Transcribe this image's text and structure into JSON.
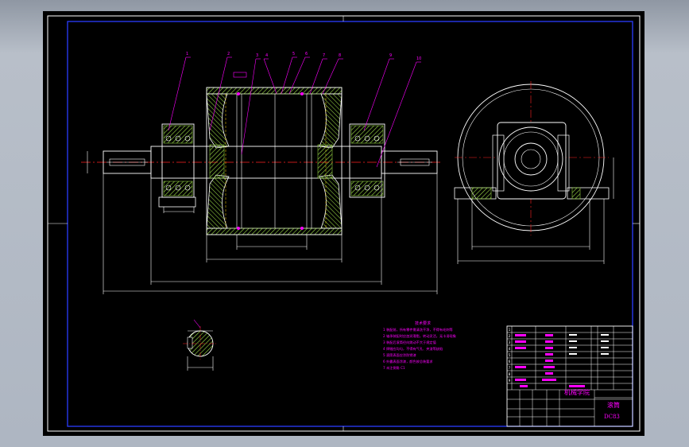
{
  "title_block": {
    "name": "滚筒",
    "code": "DC83",
    "school": "机械学院",
    "row_labels": [
      "1",
      "2",
      "3",
      "4",
      "5",
      "6",
      "7",
      "8",
      "9"
    ]
  },
  "tech_req": {
    "heading": "技术要求",
    "lines": [
      "1 装配前，所有零件需清洗干净，不得有毛刺等",
      "2 轴承装配时应加润滑脂，转动灵活，无卡滞现象",
      "3 装配后滚筒径向跳动不大于规定值",
      "4 焊缝应均匀，不得有气孔、夹渣等缺陷",
      "5 滚筒表面应涂防锈漆",
      "6 外露表面涂漆，颜色按总装要求",
      "7 未注倒角 C1"
    ]
  },
  "callouts": [
    "1",
    "2",
    "3",
    "4",
    "5",
    "6",
    "7",
    "8",
    "9",
    "10"
  ],
  "colors": {
    "frame": "#0000ff",
    "outline": "#ffffff",
    "dims": "#ffffff",
    "hatch": "#8dc63f",
    "annot": "#ff00ff",
    "center": "#ff0000",
    "hidden": "#ffff00"
  }
}
